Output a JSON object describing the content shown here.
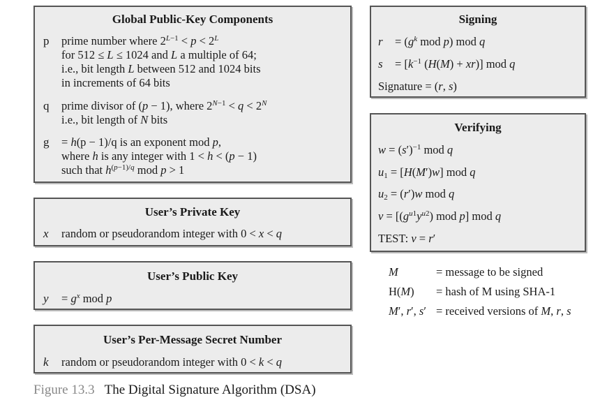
{
  "global": {
    "title": "Global Public-Key Components",
    "p": {
      "sym": "p",
      "l1": "prime number where 2^(L−1) < p < 2^L",
      "l2": "for 512 ≤ L ≤ 1024 and L a multiple of 64;",
      "l3": "i.e., bit length L between 512 and 1024 bits",
      "l4": "in increments of 64 bits"
    },
    "q": {
      "sym": "q",
      "l1": "prime divisor of (p − 1), where 2^(N−1) < q < 2^N",
      "l2": "i.e., bit length of N bits"
    },
    "g": {
      "sym": "g",
      "l1": "= h(p − 1)/q is an exponent mod p,",
      "l2": "where h is any integer with 1 < h < (p − 1)",
      "l3": "such that h^((p−1)/q) mod p > 1"
    }
  },
  "private_key": {
    "title": "User’s Private Key",
    "sym": "x",
    "desc": "random or pseudorandom integer with 0 < x < q"
  },
  "public_key": {
    "title": "User’s Public Key",
    "sym": "y",
    "desc": "= g^x mod p"
  },
  "secret": {
    "title": "User’s Per-Message Secret Number",
    "sym": "k",
    "desc": "random or pseudorandom integer with 0 < k < q"
  },
  "signing": {
    "title": "Signing",
    "r": {
      "sym": "r",
      "eq": "= (g^k mod p) mod q"
    },
    "s": {
      "sym": "s",
      "eq": "= [k^(−1) (H(M) + xr)] mod q"
    },
    "signature": "Signature = (r, s)"
  },
  "verifying": {
    "title": "Verifying",
    "w": "w = (s′)^(−1) mod q",
    "u1": "u1 = [H(M′)w] mod q",
    "u2": "u2 = (r′)w mod q",
    "v": "v = [(g^u1 y^u2) mod p] mod q",
    "test": "TEST: v = r′"
  },
  "legend": [
    {
      "term": "M",
      "def": "= message to be signed"
    },
    {
      "term": "H(M)",
      "def": "= hash of M using SHA-1"
    },
    {
      "term": "M′, r′, s′",
      "def": "= received versions of M, r, s"
    }
  ],
  "figure": {
    "label": "Figure 13.3",
    "caption": "The Digital Signature Algorithm (DSA)"
  }
}
